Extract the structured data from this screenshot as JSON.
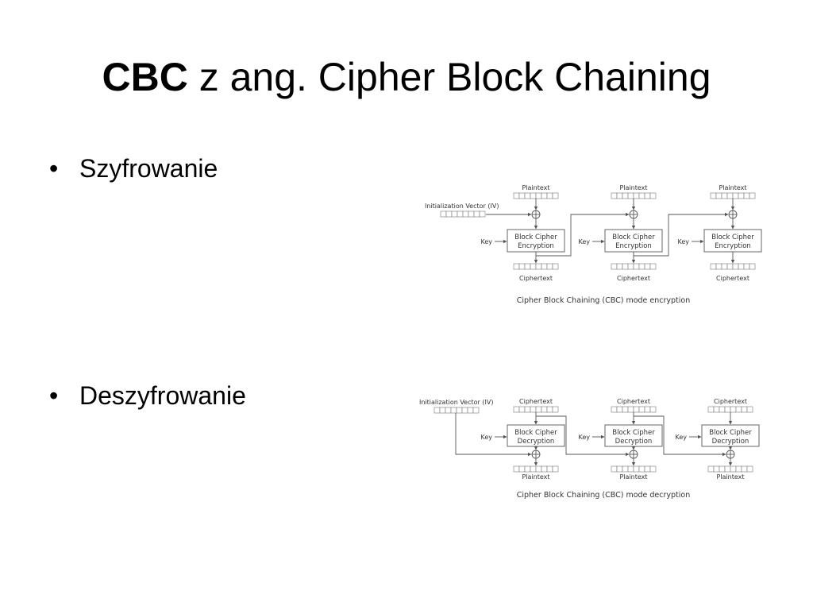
{
  "slide": {
    "title_bold": "CBC",
    "title_rest": " z ang. Cipher Block Chaining"
  },
  "bullets": [
    {
      "bullet_char": "•",
      "text": "Szyfrowanie"
    },
    {
      "bullet_char": "•",
      "text": "Deszyfrowanie"
    }
  ],
  "encryption": {
    "iv_label": "Initialization Vector (IV)",
    "input_label": "Plaintext",
    "output_label": "Ciphertext",
    "key_label": "Key",
    "block_line1": "Block Cipher",
    "block_line2": "Encryption",
    "caption": "Cipher Block Chaining (CBC) mode encryption"
  },
  "decryption": {
    "iv_label": "Initialization Vector (IV)",
    "input_label": "Ciphertext",
    "output_label": "Plaintext",
    "key_label": "Key",
    "block_line1": "Block Cipher",
    "block_line2": "Decryption",
    "caption": "Cipher Block Chaining (CBC) mode decryption"
  }
}
